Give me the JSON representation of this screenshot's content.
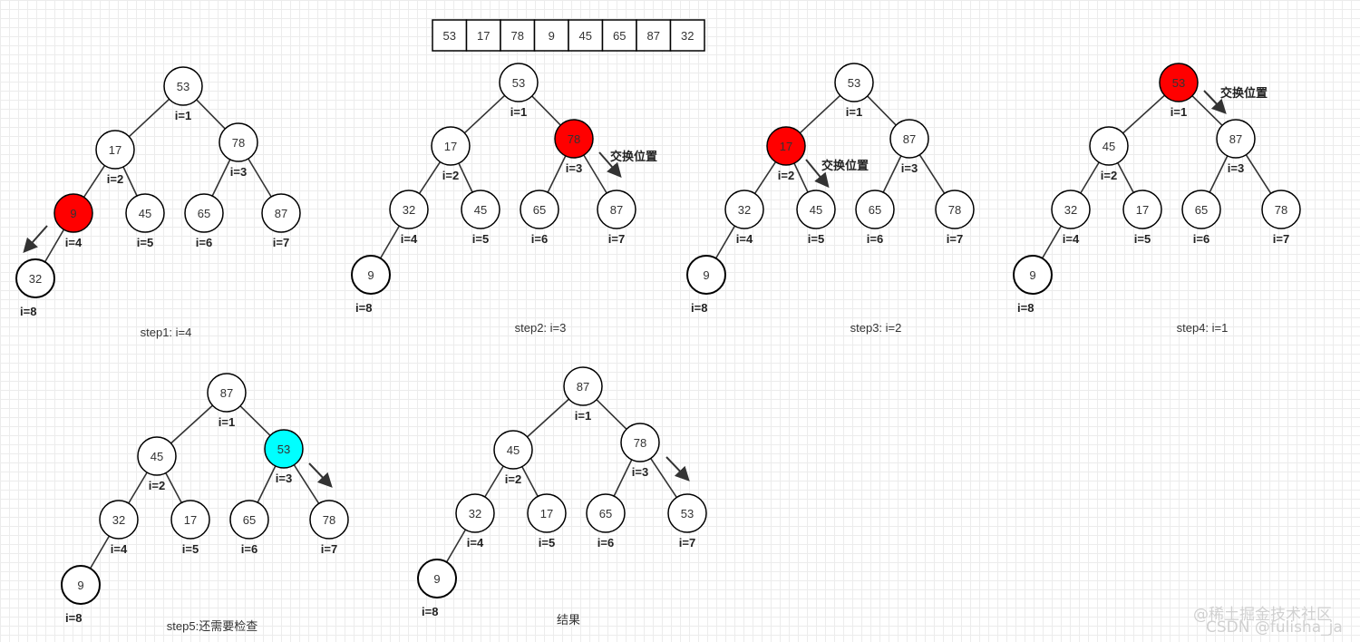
{
  "array": [
    53,
    17,
    78,
    9,
    45,
    65,
    87,
    32
  ],
  "colors": {
    "red": "#ff0000",
    "cyan": "#00ffff",
    "stroke": "#000000",
    "edge": "#333333",
    "arrow": "#333333"
  },
  "index_labels": [
    "i=1",
    "i=2",
    "i=3",
    "i=4",
    "i=5",
    "i=6",
    "i=7",
    "i=8"
  ],
  "trees": [
    {
      "caption": "step1: i=4",
      "values": [
        53,
        17,
        78,
        9,
        45,
        65,
        87,
        32
      ],
      "fills": {
        "4": "red"
      },
      "note": ""
    },
    {
      "caption": "step2: i=3",
      "values": [
        53,
        17,
        78,
        32,
        45,
        65,
        87,
        9
      ],
      "fills": {
        "3": "red"
      },
      "note": "交换位置"
    },
    {
      "caption": "step3: i=2",
      "values": [
        53,
        17,
        87,
        32,
        45,
        65,
        78,
        9
      ],
      "fills": {
        "2": "red"
      },
      "note": "交换位置"
    },
    {
      "caption": "step4: i=1",
      "values": [
        53,
        45,
        87,
        32,
        17,
        65,
        78,
        9
      ],
      "fills": {
        "1": "red"
      },
      "note": "交换位置"
    },
    {
      "caption": "step5:还需要检查",
      "values": [
        87,
        45,
        53,
        32,
        17,
        65,
        78,
        9
      ],
      "fills": {
        "3": "cyan"
      },
      "note": ""
    },
    {
      "caption": "结果",
      "values": [
        87,
        45,
        78,
        32,
        17,
        65,
        53,
        9
      ],
      "fills": {},
      "note": ""
    }
  ],
  "watermark": {
    "line1": "@稀土掘金技术社区",
    "line2": "CSDN @fulisha_ja"
  }
}
